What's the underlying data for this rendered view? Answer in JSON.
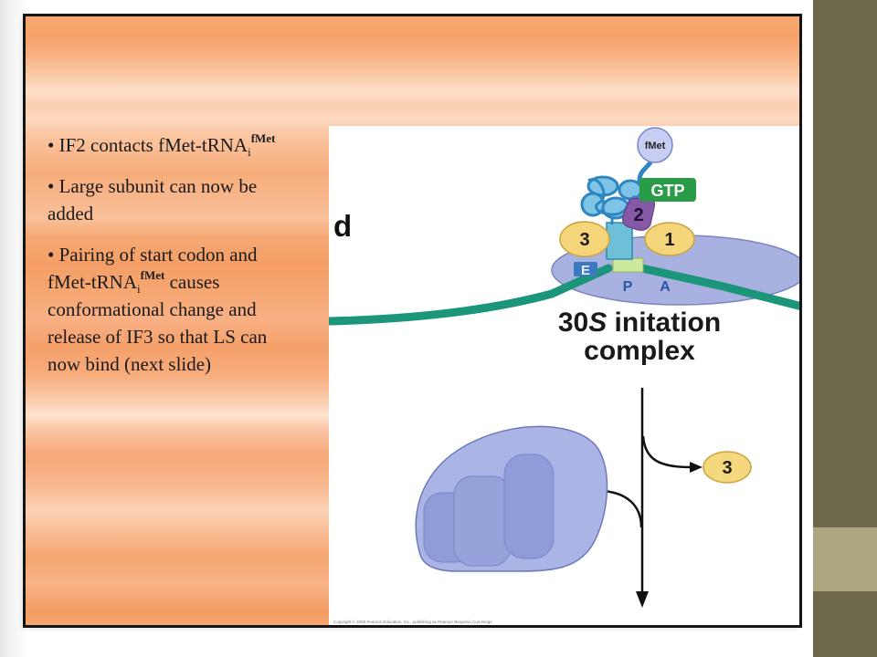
{
  "theme": {
    "sidebar": "#6d684b",
    "sidebar_accent": "#aca780",
    "slide_orange": "#f6a66f"
  },
  "bullets": [
    {
      "line1": "IF2 contacts fMet-tRNA",
      "sub": "i",
      "sup": "fMet"
    },
    {
      "line1": "Large subunit can now be",
      "line2": "added"
    },
    {
      "line1": "Pairing of start codon and",
      "line2a": "fMet-tRNA",
      "sub": "i",
      "sup": "fMet",
      "line2b": " causes",
      "line3": "conformational change and",
      "line4": "release of IF3 so that LS can",
      "line5": "now bind (next slide)"
    }
  ],
  "diagram": {
    "panel_letter": "d",
    "trna_label": "fMet",
    "gtp_label": "GTP",
    "if2_label": "2",
    "if3_label": "3",
    "if1_label": "1",
    "site_e": "E",
    "site_p": "P",
    "site_a": "A",
    "title_num": "30",
    "title_unit": "S",
    "title_rest": " initation",
    "title_line2": "complex",
    "released_label": "3",
    "copyright": "Copyright © 2008 Pearson Education, Inc., publishing as Pearson Benjamin Cummings"
  }
}
